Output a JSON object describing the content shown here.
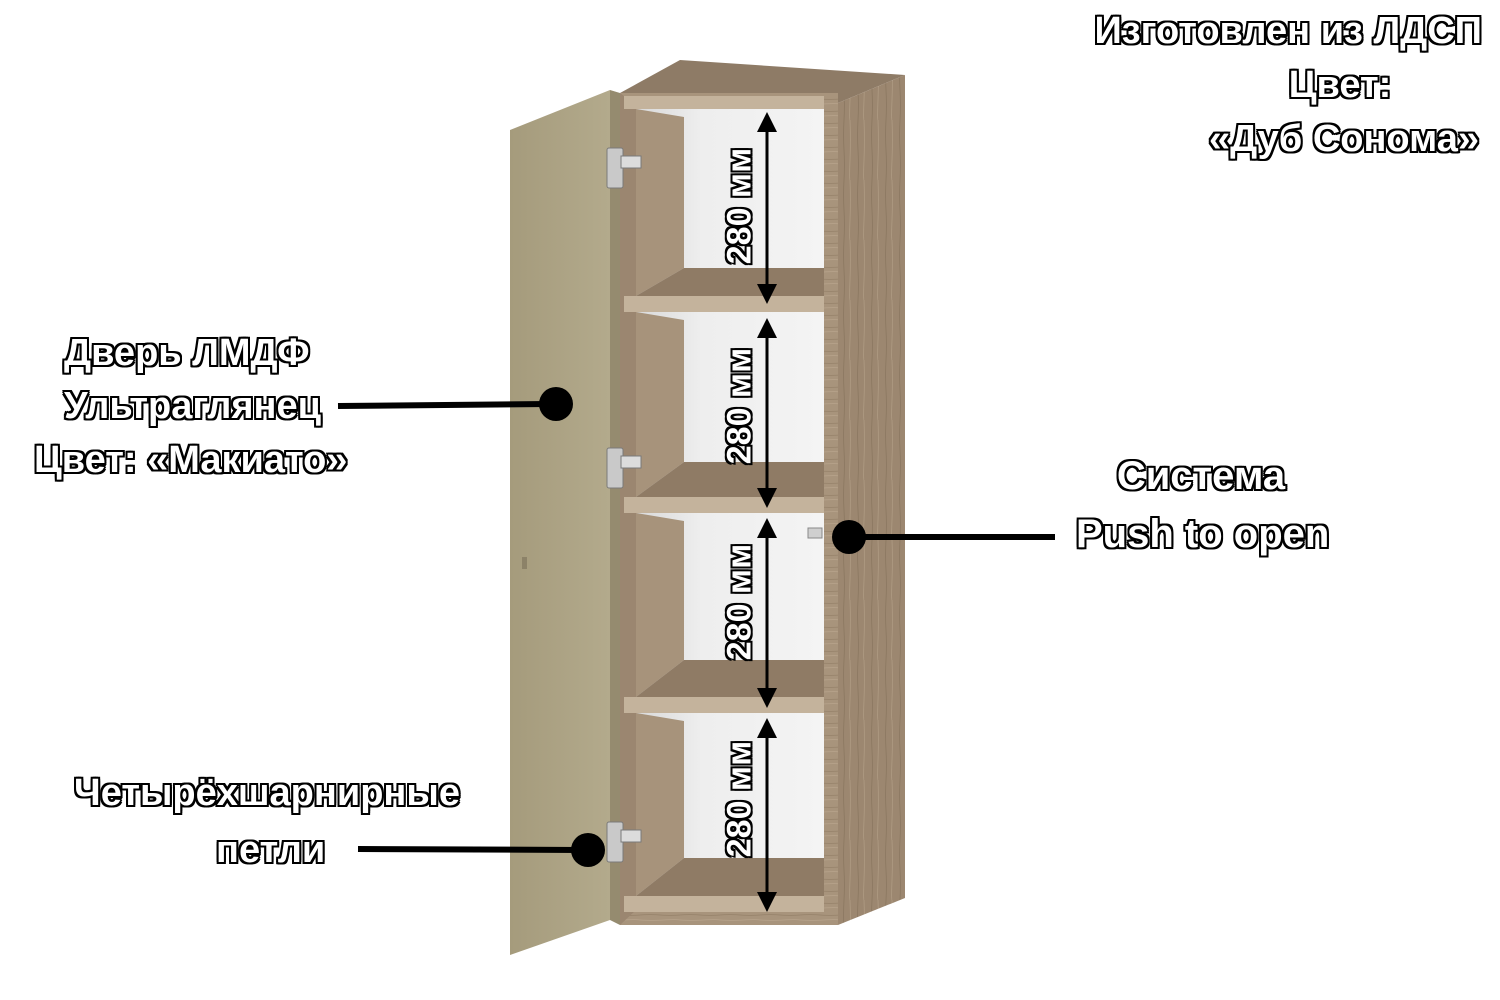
{
  "material_note": {
    "line1": "Изготовлен из ЛДСП",
    "line2": "Цвет:",
    "line3": "«Дуб Сонома»"
  },
  "door_note": {
    "line1": "Дверь ЛМДФ",
    "line2": "Ультраглянец",
    "line3": "Цвет:  «Макиато»"
  },
  "system_note": {
    "line1": "Система",
    "line2": "Push to open"
  },
  "hinges_note": {
    "line1": "Четырёхшарнирные",
    "line2": "петли"
  },
  "shelf_heights": [
    "280 мм",
    "280 мм",
    "280 мм",
    "280 мм"
  ],
  "colors": {
    "oak_sonoma": "#a08c74",
    "oak_sonoma_dark": "#8a7560",
    "oak_sonoma_light": "#c3b29b",
    "door_macchiato": "#aca384",
    "back_panel": "#ececec",
    "annotation": "#000000"
  }
}
